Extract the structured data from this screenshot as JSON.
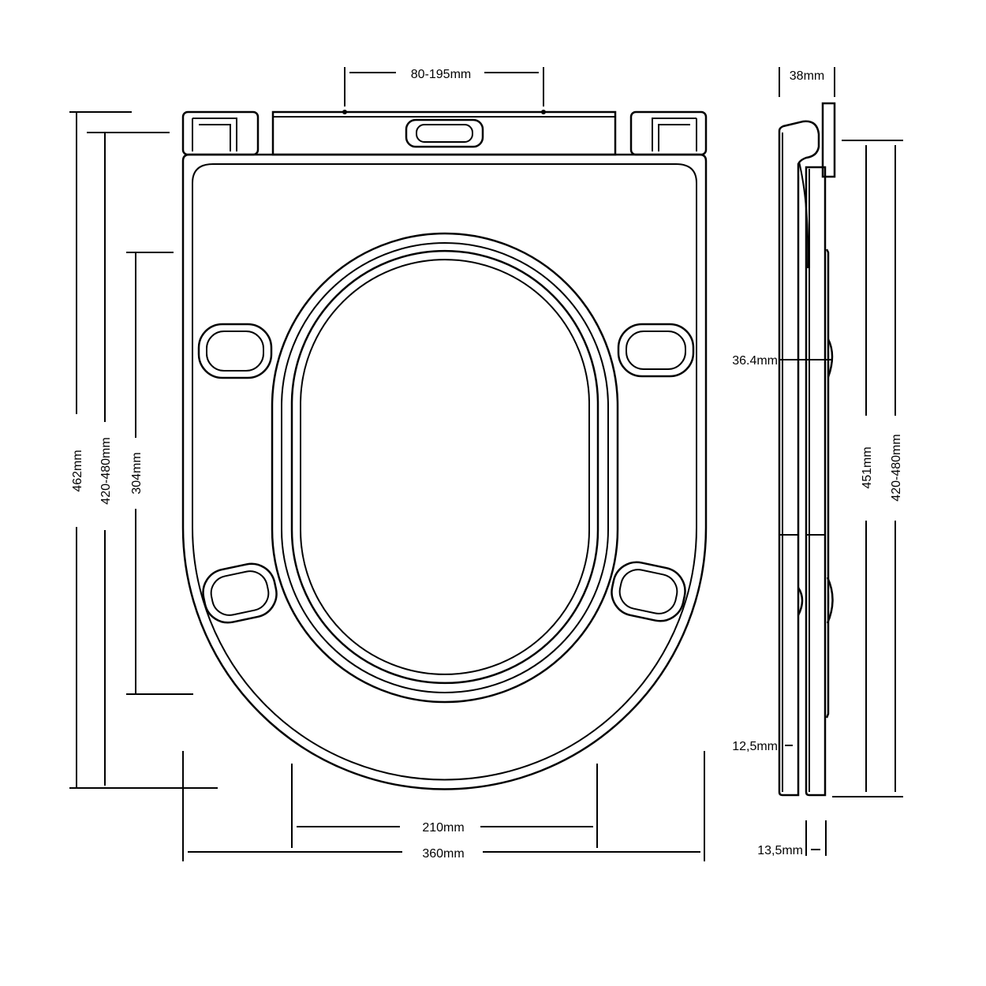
{
  "front_view": {
    "dimensions": {
      "hinge_spacing": "80-195mm",
      "overall_length": "462mm",
      "fixing_length": "420-480mm",
      "fixing_to_bottom": "304mm",
      "inner_width": "210mm",
      "overall_width": "360mm"
    }
  },
  "side_view": {
    "dimensions": {
      "hinge_depth": "38mm",
      "knob_height": "36.4mm",
      "lid_thickness": "12,5mm",
      "seat_thickness": "13,5mm",
      "seat_length": "451mm",
      "fixing_length": "420-480mm"
    }
  }
}
